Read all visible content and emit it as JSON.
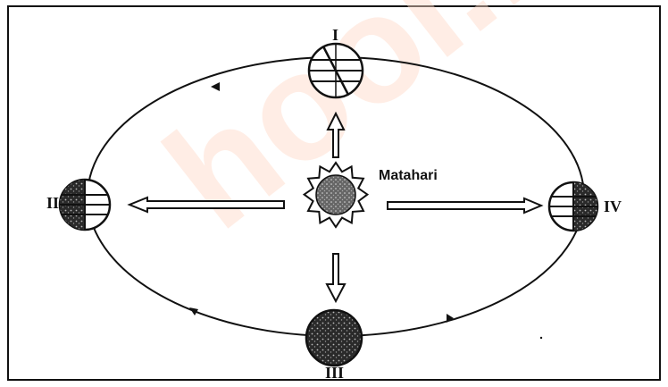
{
  "sun": {
    "label": "Matahari"
  },
  "positions": [
    {
      "id": "I",
      "label": "I"
    },
    {
      "id": "II",
      "label": "II"
    },
    {
      "id": "III",
      "label": "III"
    },
    {
      "id": "IV",
      "label": "IV"
    }
  ],
  "watermark": {
    "text": "hool.my"
  },
  "colors": {
    "ink": "#111111",
    "watermark": "#ffd9c7",
    "shade": "#555555"
  }
}
